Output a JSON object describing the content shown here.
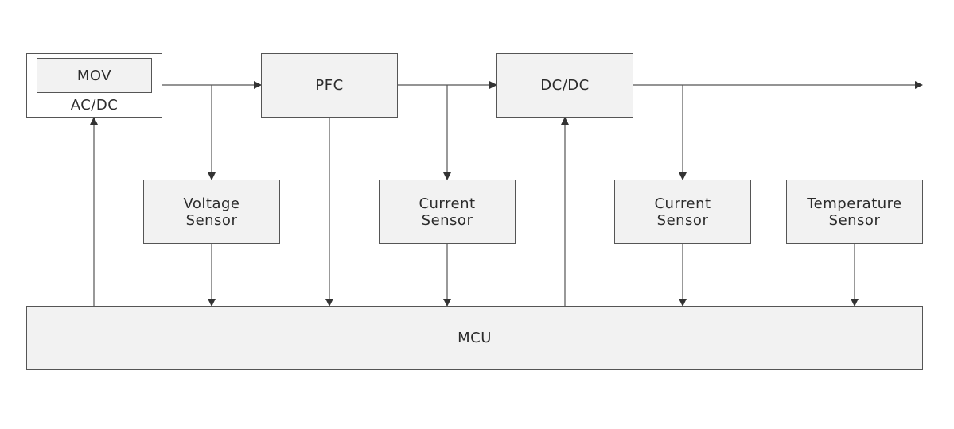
{
  "blocks": {
    "mov": "MOV",
    "acdc": "AC/DC",
    "pfc": "PFC",
    "dcdc": "DC/DC",
    "voltage_sensor": "Voltage\nSensor",
    "current_sensor_1": "Current\nSensor",
    "current_sensor_2": "Current\nSensor",
    "temperature_sensor": "Temperature\nSensor",
    "mcu": "MCU"
  }
}
